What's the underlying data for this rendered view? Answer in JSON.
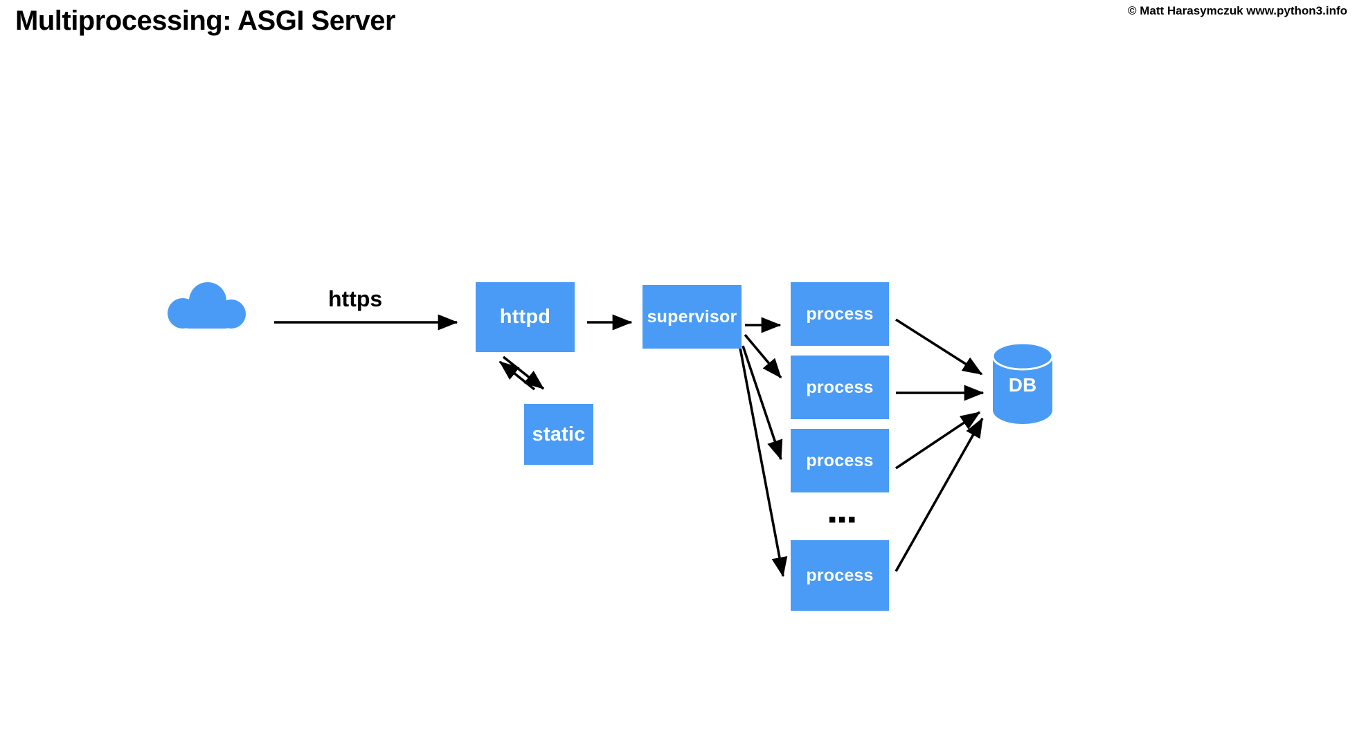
{
  "header": {
    "title": "Multiprocessing: ASGI Server",
    "copyright": "© Matt Harasymczuk www.python3.info"
  },
  "theme": {
    "accent": "#4a9bf5",
    "node_text": "#ffffff",
    "edge": "#000000",
    "background": "#ffffff"
  },
  "diagram": {
    "type": "flow-diagram",
    "nodes": [
      {
        "id": "cloud",
        "label": "",
        "shape": "cloud",
        "icon": "cloud-icon"
      },
      {
        "id": "httpd",
        "label": "httpd",
        "shape": "rect"
      },
      {
        "id": "static",
        "label": "static",
        "shape": "rect"
      },
      {
        "id": "supervisor",
        "label": "supervisor",
        "shape": "rect"
      },
      {
        "id": "process1",
        "label": "process",
        "shape": "rect"
      },
      {
        "id": "process2",
        "label": "process",
        "shape": "rect"
      },
      {
        "id": "process3",
        "label": "process",
        "shape": "rect"
      },
      {
        "id": "process4",
        "label": "process",
        "shape": "rect"
      },
      {
        "id": "db",
        "label": "DB",
        "shape": "cylinder"
      }
    ],
    "edge_labels": {
      "cloud_to_httpd": "https"
    },
    "ellipsis": "▪▪▪",
    "edges": [
      {
        "from": "cloud",
        "to": "httpd",
        "label": "https",
        "direction": "forward"
      },
      {
        "from": "httpd",
        "to": "static",
        "label": "",
        "direction": "forward"
      },
      {
        "from": "static",
        "to": "httpd",
        "label": "",
        "direction": "forward"
      },
      {
        "from": "httpd",
        "to": "supervisor",
        "label": "",
        "direction": "forward"
      },
      {
        "from": "supervisor",
        "to": "process1",
        "label": "",
        "direction": "forward"
      },
      {
        "from": "supervisor",
        "to": "process2",
        "label": "",
        "direction": "forward"
      },
      {
        "from": "supervisor",
        "to": "process3",
        "label": "",
        "direction": "forward"
      },
      {
        "from": "supervisor",
        "to": "process4",
        "label": "",
        "direction": "forward"
      },
      {
        "from": "process1",
        "to": "db",
        "label": "",
        "direction": "forward"
      },
      {
        "from": "process2",
        "to": "db",
        "label": "",
        "direction": "forward"
      },
      {
        "from": "process3",
        "to": "db",
        "label": "",
        "direction": "forward"
      },
      {
        "from": "process4",
        "to": "db",
        "label": "",
        "direction": "forward"
      }
    ]
  }
}
